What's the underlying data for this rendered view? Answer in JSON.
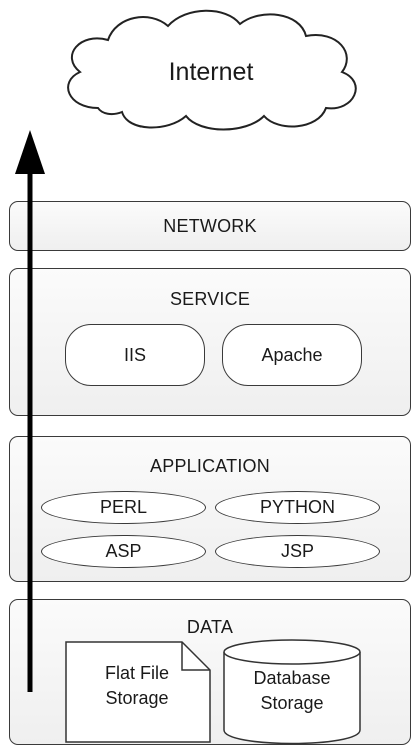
{
  "cloud": {
    "label": "Internet"
  },
  "layers": {
    "network": {
      "title": "NETWORK"
    },
    "service": {
      "title": "SERVICE",
      "items": [
        "IIS",
        "Apache"
      ]
    },
    "application": {
      "title": "APPLICATION",
      "items": [
        "PERL",
        "PYTHON",
        "ASP",
        "JSP"
      ]
    },
    "data": {
      "title": "DATA",
      "file": {
        "line1": "Flat File",
        "line2": "Storage"
      },
      "database": {
        "line1": "Database",
        "line2": "Storage"
      }
    }
  }
}
